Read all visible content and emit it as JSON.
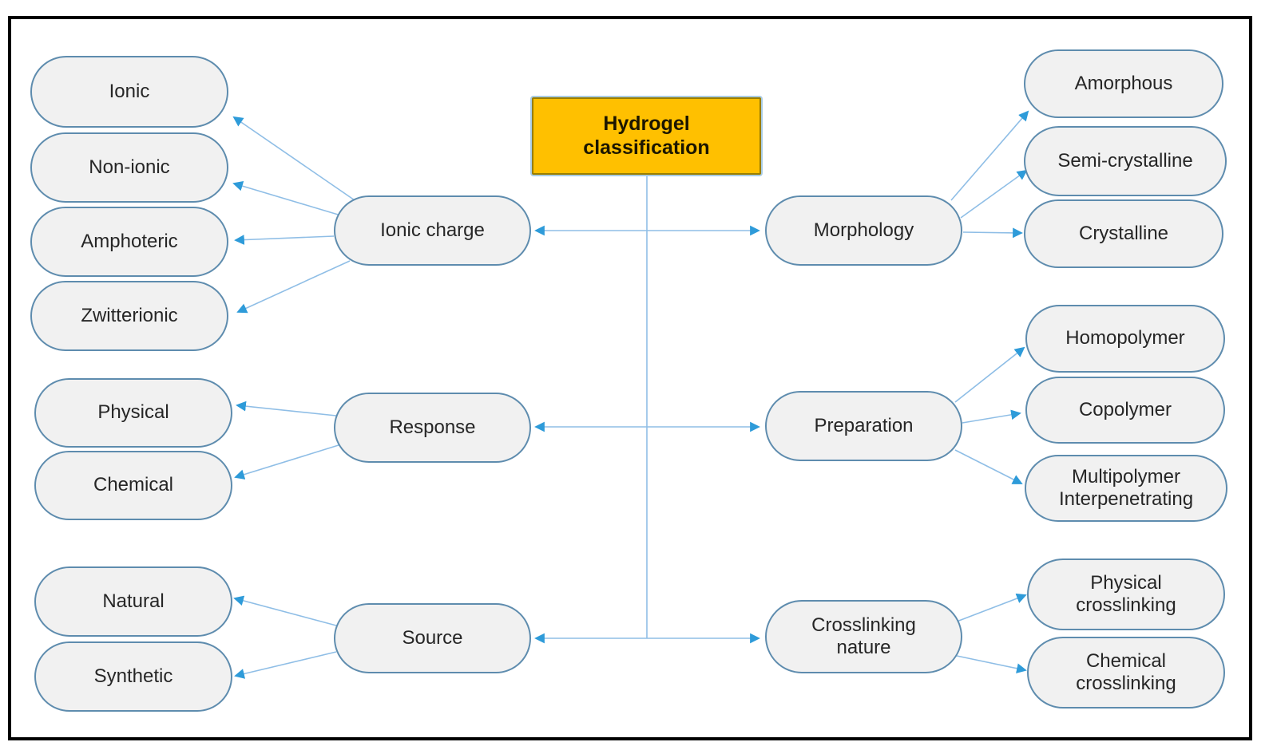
{
  "nodes": {
    "root": "Hydrogel\nclassification",
    "ionic_charge": "Ionic charge",
    "ionic": "Ionic",
    "non_ionic": "Non-ionic",
    "amphoteric": "Amphoteric",
    "zwitterionic": "Zwitterionic",
    "response": "Response",
    "physical": "Physical",
    "chemical": "Chemical",
    "source": "Source",
    "natural": "Natural",
    "synthetic": "Synthetic",
    "morphology": "Morphology",
    "amorphous": "Amorphous",
    "semi_crystalline": "Semi-crystalline",
    "crystalline": "Crystalline",
    "preparation": "Preparation",
    "homopolymer": "Homopolymer",
    "copolymer": "Copolymer",
    "multipolymer": "Multipolymer\nInterpenetrating",
    "crosslinking_nature": "Crosslinking\nnature",
    "physical_crosslinking": "Physical\ncrosslinking",
    "chemical_crosslinking": "Chemical\ncrosslinking"
  },
  "edges": [
    {
      "from": "root",
      "to": "ionic_charge",
      "bidirectional_row": true
    },
    {
      "from": "root",
      "to": "morphology",
      "bidirectional_row": true
    },
    {
      "from": "root",
      "to": "response",
      "bidirectional_row": true
    },
    {
      "from": "root",
      "to": "preparation",
      "bidirectional_row": true
    },
    {
      "from": "root",
      "to": "source",
      "bidirectional_row": true
    },
    {
      "from": "root",
      "to": "crosslinking_nature",
      "bidirectional_row": true
    },
    {
      "from": "ionic_charge",
      "to": "ionic"
    },
    {
      "from": "ionic_charge",
      "to": "non_ionic"
    },
    {
      "from": "ionic_charge",
      "to": "amphoteric"
    },
    {
      "from": "ionic_charge",
      "to": "zwitterionic"
    },
    {
      "from": "response",
      "to": "physical"
    },
    {
      "from": "response",
      "to": "chemical"
    },
    {
      "from": "source",
      "to": "natural"
    },
    {
      "from": "source",
      "to": "synthetic"
    },
    {
      "from": "morphology",
      "to": "amorphous"
    },
    {
      "from": "morphology",
      "to": "semi_crystalline"
    },
    {
      "from": "morphology",
      "to": "crystalline"
    },
    {
      "from": "preparation",
      "to": "homopolymer"
    },
    {
      "from": "preparation",
      "to": "copolymer"
    },
    {
      "from": "preparation",
      "to": "multipolymer"
    },
    {
      "from": "crosslinking_nature",
      "to": "physical_crosslinking"
    },
    {
      "from": "crosslinking_nature",
      "to": "chemical_crosslinking"
    }
  ],
  "colors": {
    "root_fill": "#FFC000",
    "root_border": "#9A7D00",
    "root_halo": "#A9CCE4",
    "node_fill": "#F1F1F1",
    "node_border": "#5E8CAE",
    "connector": "#8FBEE6",
    "arrowhead": "#2E9BD9",
    "frame_border": "#000000",
    "text": "#262626"
  }
}
